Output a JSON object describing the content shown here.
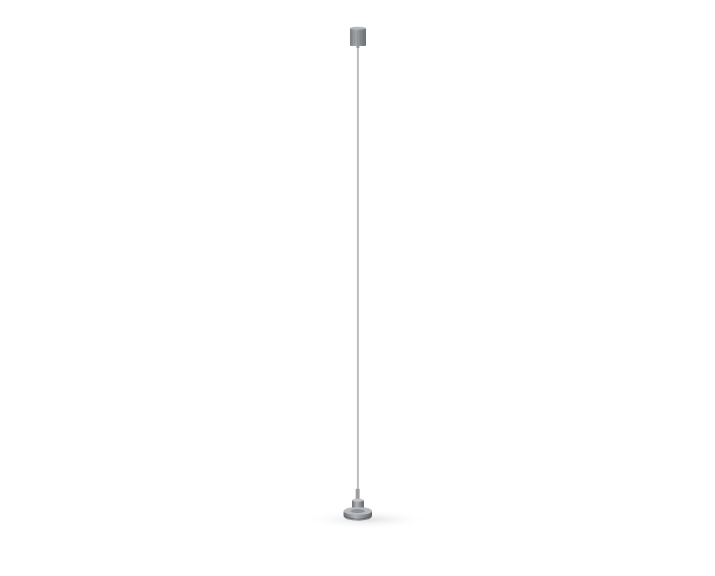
{
  "scene": {
    "background_color": "#ffffff",
    "subject": "cable-suspension-kit",
    "parts": {
      "top_gripper": {
        "icon": "cylinder-gripper",
        "color": "#8f9296"
      },
      "cable": {
        "icon": "steel-wire",
        "color": "#a9abae"
      },
      "bottom_anchor": {
        "icon": "disc-anchor",
        "color": "#7c7f83"
      },
      "shadow": {
        "color": "#e9e9e9"
      }
    }
  }
}
